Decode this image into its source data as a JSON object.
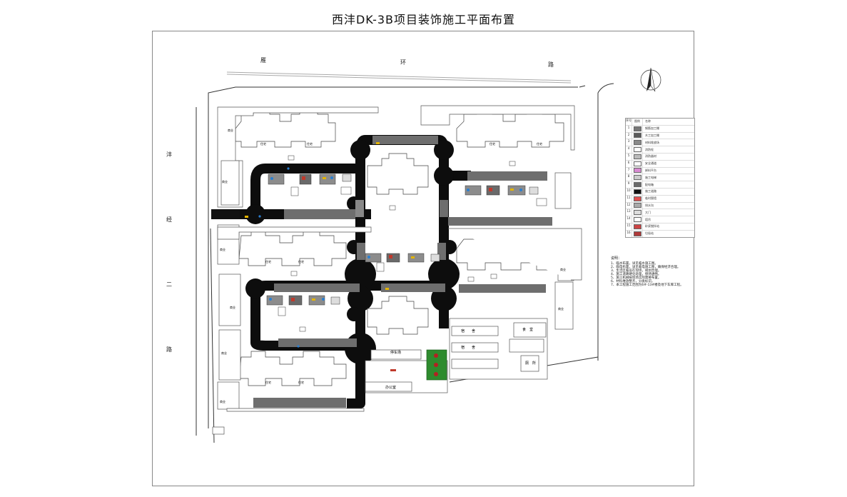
{
  "title": "西沣DK-3B项目装饰施工平面布置",
  "roads": {
    "north": [
      "雁",
      "环",
      "路"
    ],
    "west": [
      "沣",
      "经",
      "二",
      "路"
    ]
  },
  "facilities": {
    "parking": "停车场",
    "office": "办公室",
    "dorm_a": "宿　　舍",
    "dorm_b": "宿　　舍",
    "canteen": "食　堂",
    "toilet": "厕　所"
  },
  "building_labels": [
    "住宅",
    "住宅",
    "住宅",
    "住宅",
    "住宅",
    "住宅",
    "住宅",
    "住宅"
  ],
  "shop_labels": [
    "商业",
    "商业",
    "商业",
    "商业",
    "商业",
    "商业",
    "商业",
    "商业"
  ],
  "legend": {
    "header": [
      "序号",
      "图例",
      "名称"
    ],
    "items": [
      {
        "name": "钢筋加工棚",
        "color": "#777777"
      },
      {
        "name": "木工加工棚",
        "color": "#5a5a5a"
      },
      {
        "name": "材料堆放场",
        "color": "#8a8a8a"
      },
      {
        "name": "消防栓",
        "color": "#ffffff"
      },
      {
        "name": "消防器材",
        "color": "#bbbbbb"
      },
      {
        "name": "安全通道",
        "color": "#ffffff"
      },
      {
        "name": "卸料平台",
        "color": "#d98ad2"
      },
      {
        "name": "施工电梯",
        "color": "#cccccc"
      },
      {
        "name": "配电箱",
        "color": "#6b6b6b"
      },
      {
        "name": "施工道路",
        "color": "#111111"
      },
      {
        "name": "临时围墙",
        "color": "#e05050"
      },
      {
        "name": "排水沟",
        "color": "#aaaaaa"
      },
      {
        "name": "大门",
        "color": "#dddddd"
      },
      {
        "name": "塔吊",
        "color": "#ffffff"
      },
      {
        "name": "砂浆搅拌站",
        "color": "#cc4444"
      },
      {
        "name": "垃圾站",
        "color": "#b03a3a"
      }
    ]
  },
  "notes": {
    "title": "说明：",
    "lines": [
      "1、临水布置，详见临水施工图。",
      "2、临电布置，详见临电施工图，确保经济合理。",
      "3、生活区临设在现场，规划合理。",
      "4、施工道路硬化处理，保持通畅。",
      "5、施工机械按现场实际需要布置。",
      "6、材料堆放整齐，分类标识。",
      "7、本工程施工范围为6#-13#楼及地下车库工程。"
    ]
  },
  "colors": {
    "road": "#0d0d0d",
    "secondary_road": "#6e6e6e",
    "building_outline": "#444444",
    "green_area": "#2e8b2e",
    "tree": "#b22222",
    "accent_blue": "#2a7fd1",
    "accent_yellow": "#e3b400",
    "accent_red": "#c0392b"
  }
}
